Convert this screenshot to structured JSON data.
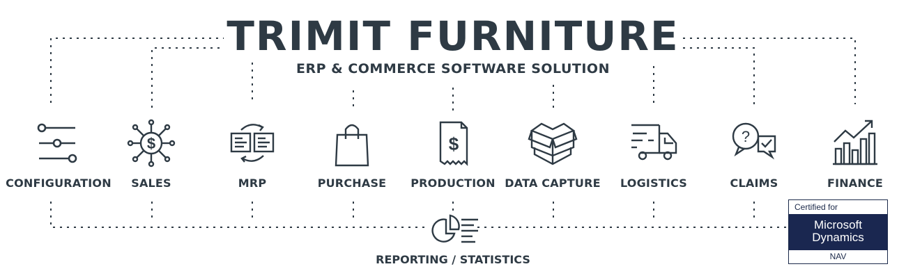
{
  "header": {
    "title": "TRIMIT FURNITURE",
    "subtitle": "ERP & COMMERCE SOFTWARE SOLUTION"
  },
  "modules": [
    {
      "label": "CONFIGURATION",
      "icon": "sliders-icon"
    },
    {
      "label": "SALES",
      "icon": "dollar-network-icon"
    },
    {
      "label": "MRP",
      "icon": "document-sync-icon"
    },
    {
      "label": "PURCHASE",
      "icon": "shopping-bag-icon"
    },
    {
      "label": "PRODUCTION",
      "icon": "invoice-icon"
    },
    {
      "label": "DATA CAPTURE",
      "icon": "open-box-icon"
    },
    {
      "label": "LOGISTICS",
      "icon": "delivery-truck-icon"
    },
    {
      "label": "CLAIMS",
      "icon": "question-chat-icon"
    },
    {
      "label": "FINANCE",
      "icon": "growth-chart-icon"
    }
  ],
  "reporting": {
    "label": "REPORTING / STATISTICS",
    "icon": "pie-report-icon"
  },
  "badge": {
    "top": "Certified for",
    "line1": "Microsoft",
    "line2": "Dynamics",
    "bottom": "NAV"
  },
  "colors": {
    "text": "#2e3a44",
    "line": "#2e3a44",
    "badge_dark": "#1a2750"
  }
}
